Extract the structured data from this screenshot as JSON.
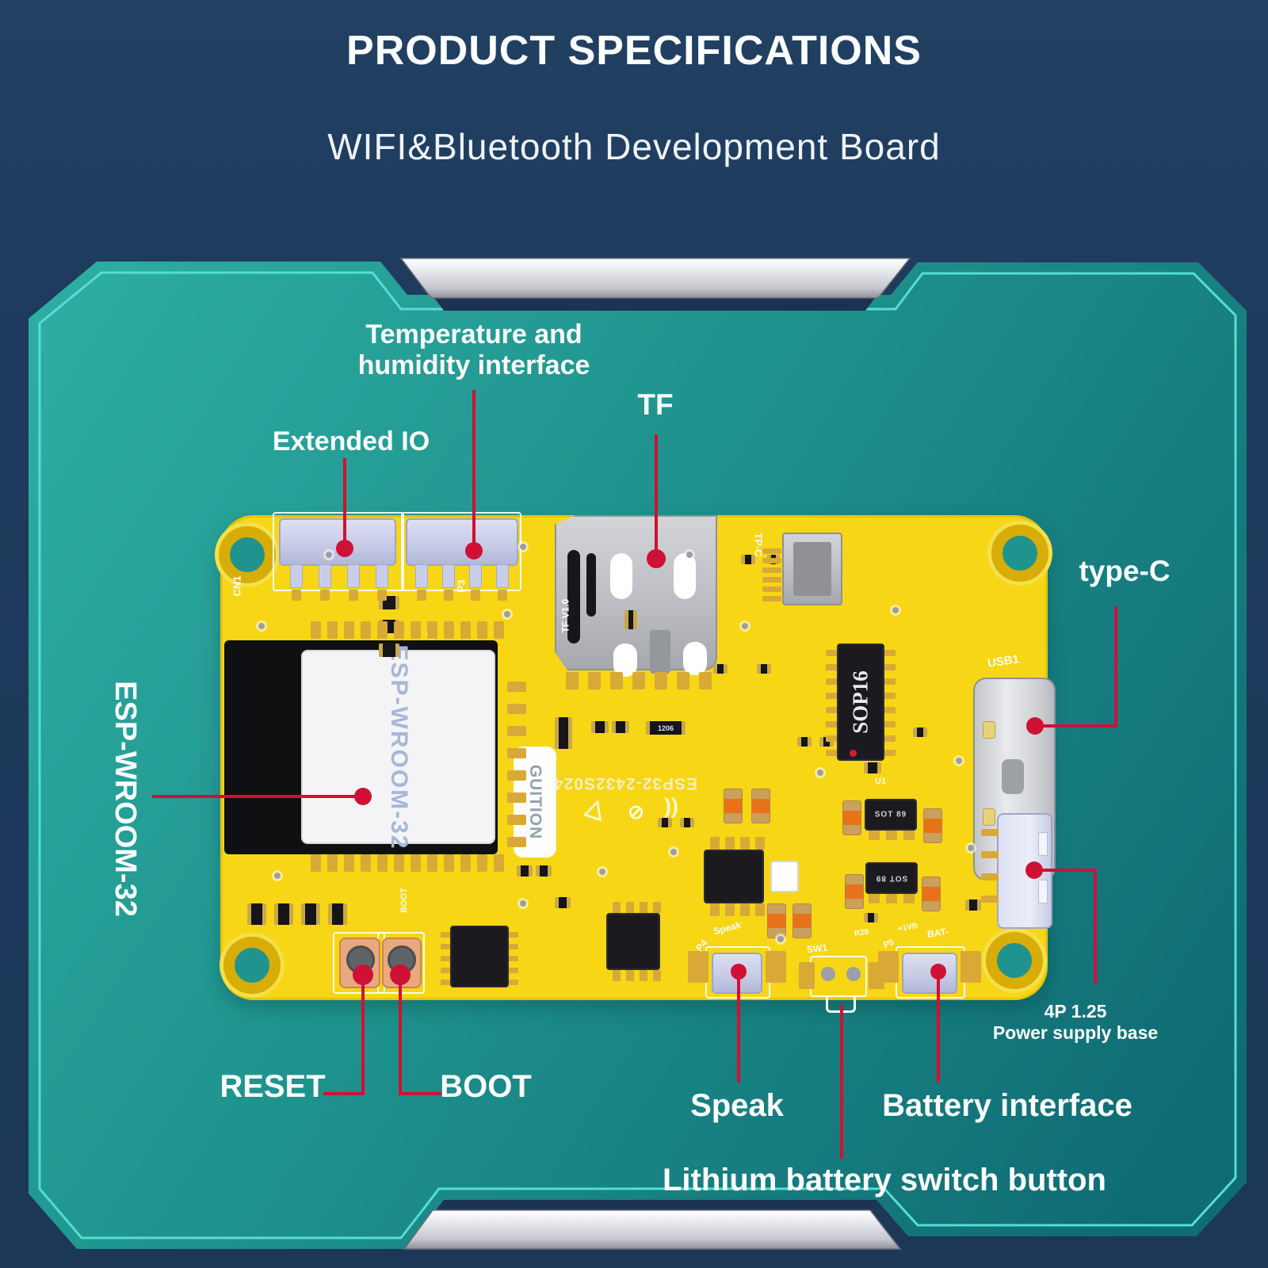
{
  "header": {
    "title": "PRODUCT SPECIFICATIONS",
    "subtitle": "WIFI&Bluetooth Development Board"
  },
  "callouts": {
    "temperature": "Temperature and humidity interface",
    "extended_io": "Extended IO",
    "tf": "TF",
    "type_c": "type-C",
    "esp_module": "ESP-WROOM-32",
    "reset": "RESET",
    "boot": "BOOT",
    "speak": "Speak",
    "battery": "Battery interface",
    "lithium": "Lithium battery switch button",
    "power_base_line1": "4P 1.25",
    "power_base_line2": "Power supply base"
  },
  "silkscreen": {
    "module": "ESP-WROOM-32",
    "model": "ESP32-2432S024",
    "brand": "GUITION",
    "sop16": "SOP16",
    "usb1": "USB1",
    "tp_c": "TP-C",
    "cn1": "CN1",
    "p3": "P3",
    "tf_ver": "TF V1.0",
    "r1206": "1206",
    "sot89": "SOT 89",
    "u1": "U1",
    "sw1": "SW1",
    "p4": "P4",
    "p5": "P5",
    "speak": "Speak",
    "bat": "BAT-",
    "vb": "+1VB",
    "r29": "R29",
    "boot": "BOOT"
  },
  "colors": {
    "background": "#1e3a5c",
    "panel_teal": "#1f948e",
    "panel_border_line": "#54ded4",
    "board_yellow": "#f7d616",
    "leader_red": "#cf1135",
    "silver_bar": "#d9dadf"
  }
}
